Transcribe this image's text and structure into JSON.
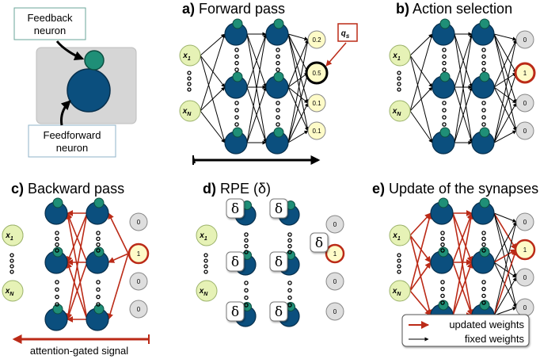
{
  "inset": {
    "feedback_line1": "Feedback",
    "feedback_line2": "neuron",
    "feedforward_line1": "Feedforward",
    "feedforward_line2": "neuron"
  },
  "panel_a": {
    "letter": "a)",
    "title": " Forward pass",
    "q_label": "q",
    "q_sub": "s",
    "outputs": [
      "0.2",
      "0.5",
      "0.1",
      "0.1"
    ]
  },
  "panel_b": {
    "letter": "b)",
    "title": " Action selection",
    "outputs": [
      "0",
      "1",
      "0",
      "0"
    ]
  },
  "panel_c": {
    "letter": "c)",
    "title": " Backward pass",
    "outputs": [
      "0",
      "1",
      "0",
      "0"
    ],
    "signal_label": "attention-gated signal"
  },
  "panel_d": {
    "letter": "d)",
    "title": " RPE (δ)",
    "outputs": [
      "0",
      "1",
      "0",
      "0"
    ],
    "delta": "δ"
  },
  "panel_e": {
    "letter": "e)",
    "title": " Update of the synapses",
    "outputs": [
      "0",
      "1",
      "0",
      "0"
    ],
    "legend_updated": "updated weights",
    "legend_fixed": "fixed weights"
  },
  "inputs": {
    "x1": "x",
    "x1_sub": "1",
    "xn": "x",
    "xn_sub": "N"
  },
  "colors": {
    "neuron": "#0b4f7e",
    "feedback": "#1f8f77",
    "input": "#e6f2b6",
    "output_light": "#fefbc8",
    "output_gray": "#dedede",
    "red": "#bb2a17"
  }
}
